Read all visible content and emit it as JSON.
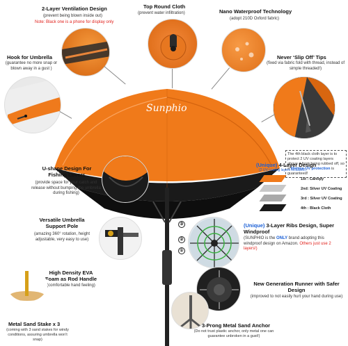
{
  "vent": {
    "title": "2-Layer Ventilation Design",
    "sub": "(prevent being blown inside out)",
    "note": "Note: Black one is a phone for display only"
  },
  "top_cloth": {
    "title": "Top Round Cloth",
    "sub": "(prevent water infiltration)"
  },
  "waterproof": {
    "title": "Nano Waterproof Technology",
    "sub": "(adopt 210D Oxford fabric)"
  },
  "hook": {
    "title": "Hook for Umbrella",
    "sub": "(guarantee no more snap or blown away in a gust )"
  },
  "tips": {
    "title": "Never ‘Slip Off’ Tips",
    "sub": "(fixed via fabric fold with thread, instead of simple threaded!)"
  },
  "brand": "Sunphio",
  "cloth_note": {
    "part1": "The 4th black cloth layer is to protect 2 UV coating layers above it from being rubbed off, so a ",
    "highlight": "lifetime UV protection",
    "part2": " is guaranteed!"
  },
  "layers": {
    "title_unique": "(Unique)",
    "title_rest": " 4-Layer Design",
    "sub": "(2 UV coating layers included!)",
    "items": [
      "1st : Canopy",
      "2nd: Silver UV Coating",
      "3rd : Silver UV Coating",
      "4th : Black Cloth"
    ]
  },
  "ushape": {
    "title": "U-shape Design For Fishing Lovers",
    "sub": "(provide space for your catch and release without bumping the umbrella during fishing)"
  },
  "pole": {
    "title": "Versatile Umbrella Support Pole",
    "sub": "(amazing 360° rotation, height adjustable, very easy to use)"
  },
  "ribs": {
    "title_unique": "(Unique)",
    "title_rest": " 3-Layer Ribs Design, Super Windproof",
    "sub1": "(SUNPHIO is the ",
    "sub_only": "ONLY",
    "sub2": " brand adopting this windproof design on Amazon. ",
    "sub_others": "Others just use 2 layers!)",
    "badges": [
      "③",
      "②",
      "①"
    ]
  },
  "eva": {
    "title": "High Density EVA Foam as Rod Handle",
    "sub": "(comfortable hand feeling)"
  },
  "runner": {
    "title": "New Generation Runner with Safer Design",
    "sub": "(improved to not easily hurt your hand during use)"
  },
  "stake": {
    "title": "Metal Sand Stake x 3",
    "sub": "(coming with 3 sand stakes for windy conditions, assuring umbrella won’t snap)"
  },
  "anchor": {
    "title": "3-Prong Metal Sand Anchor",
    "sub": "(Do not trust plastic anchor, only metal one can guarantee unbroken in a gust!)"
  },
  "colors": {
    "orange": "#f07a1a",
    "dark_orange": "#c85a0a",
    "black": "#1a1a1a",
    "silver": "#b8b8b8",
    "blue": "#1a5fd6",
    "red": "#e0201b"
  }
}
